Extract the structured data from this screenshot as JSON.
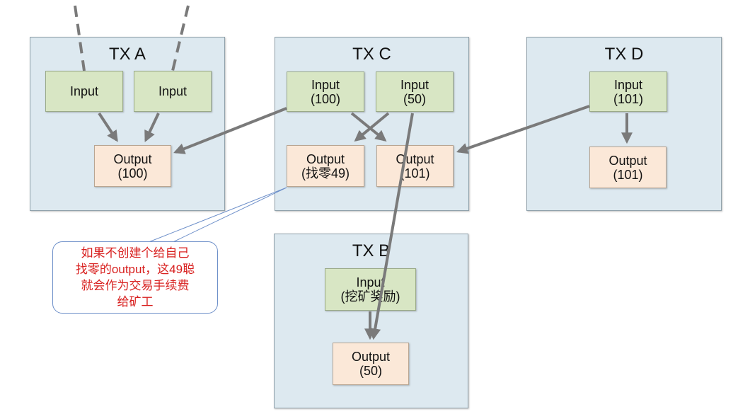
{
  "transactions": {
    "a": {
      "title": "TX A",
      "inputs": [
        {
          "line1": "Input",
          "line2": ""
        },
        {
          "line1": "Input",
          "line2": ""
        }
      ],
      "outputs": [
        {
          "line1": "Output",
          "line2": "(100)"
        }
      ]
    },
    "c": {
      "title": "TX C",
      "inputs": [
        {
          "line1": "Input",
          "line2": "(100)"
        },
        {
          "line1": "Input",
          "line2": "(50)"
        }
      ],
      "outputs": [
        {
          "line1": "Output",
          "line2": "(找零49)"
        },
        {
          "line1": "Output",
          "line2": "(101)"
        }
      ]
    },
    "d": {
      "title": "TX D",
      "inputs": [
        {
          "line1": "Input",
          "line2": "(101)"
        }
      ],
      "outputs": [
        {
          "line1": "Output",
          "line2": "(101)"
        }
      ]
    },
    "b": {
      "title": "TX B",
      "inputs": [
        {
          "line1": "Input",
          "line2": "(挖矿奖励)"
        }
      ],
      "outputs": [
        {
          "line1": "Output",
          "line2": "(50)"
        }
      ]
    }
  },
  "note": {
    "lines": [
      "如果不创建个给自己",
      "找零的output，这49聪",
      "就会作为交易手续费",
      "给矿工"
    ]
  },
  "colors": {
    "tx_background": "#dde9f0",
    "input_fill": "#d8e6c4",
    "output_fill": "#fbe8d8",
    "arrow": "#7a7a7a",
    "note_text": "#d8201f",
    "note_border": "#6d8fc9"
  }
}
